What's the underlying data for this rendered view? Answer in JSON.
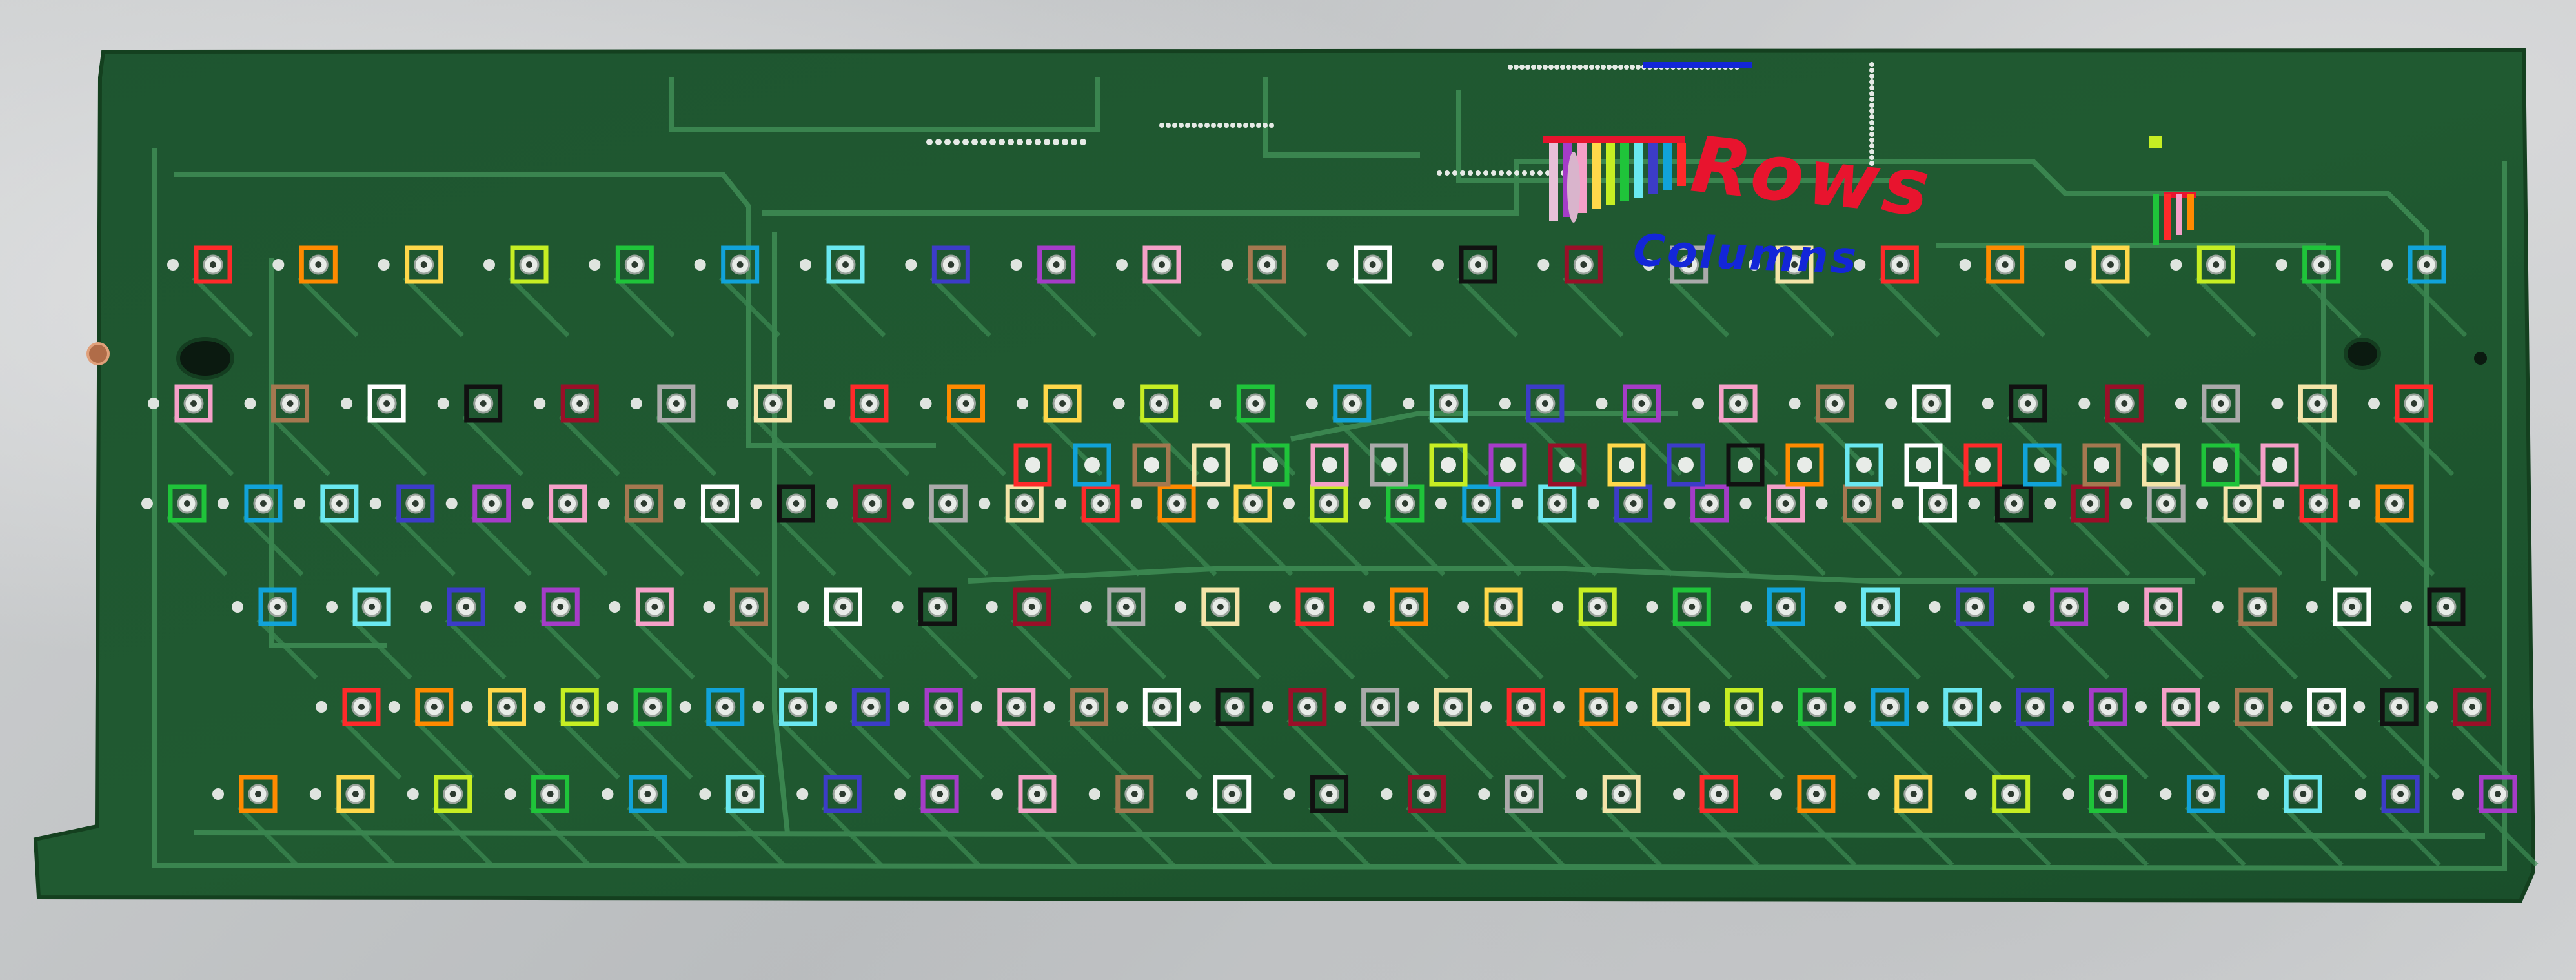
{
  "image": {
    "subject": "keyboard-pcb-underside",
    "board_color": "#1f5a2f",
    "trace_color": "#3f8d55",
    "background_color": "#c9cbcd"
  },
  "annotations": {
    "rows": {
      "text": "Rows",
      "color": "#e8142e"
    },
    "columns": {
      "text": "Columns",
      "color": "#1326d8"
    }
  },
  "matrix_colors": [
    "#ff2a2a",
    "#ff8a00",
    "#ffd84a",
    "#c6ee23",
    "#1fc43a",
    "#11a3d9",
    "#6ae8f0",
    "#3c3cc8",
    "#a53cc8",
    "#f5a0c8",
    "#a57850",
    "#ffffff",
    "#111111",
    "#9a0f28",
    "#aaaaaa",
    "#f4e4a8"
  ]
}
